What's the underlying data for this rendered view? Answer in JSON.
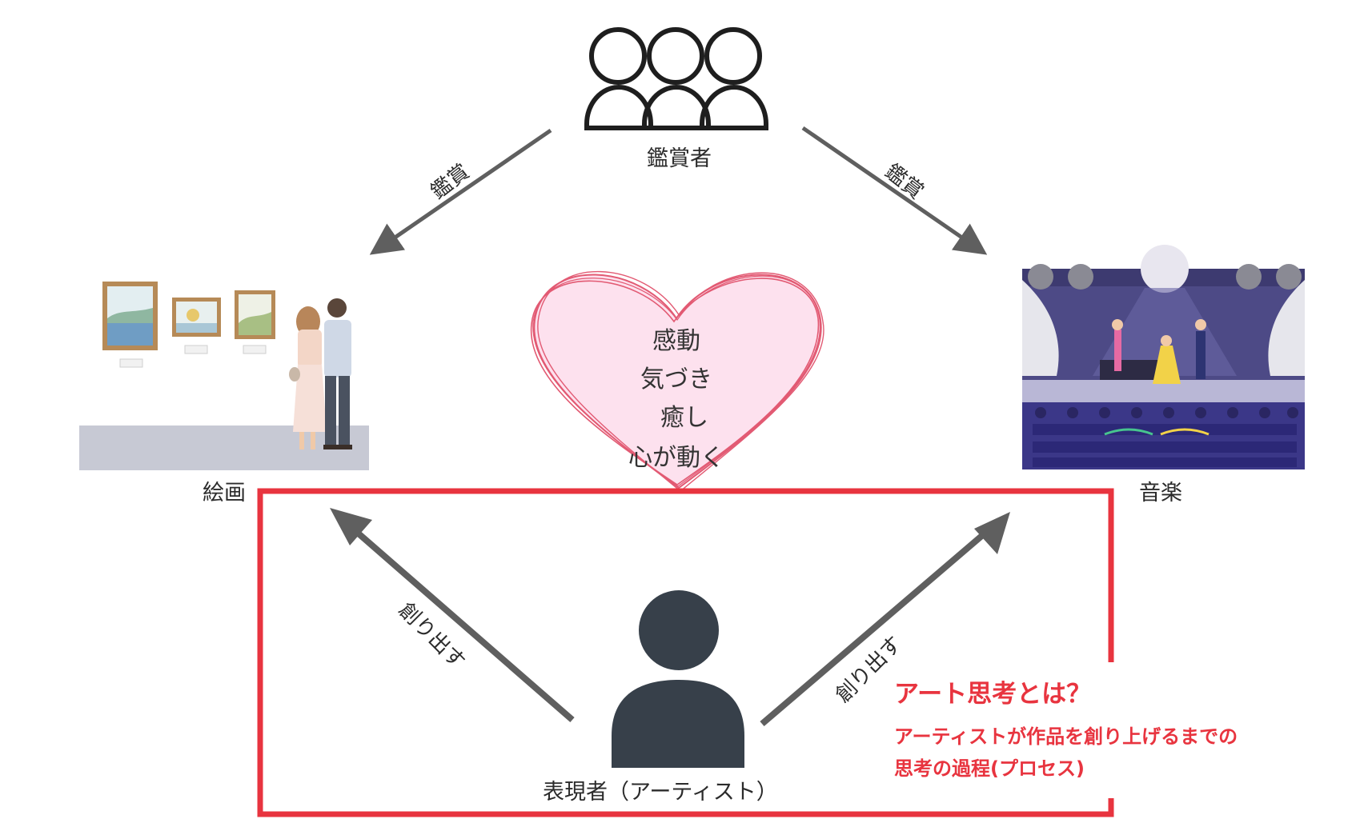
{
  "diagram": {
    "nodes": {
      "viewers": "鑑賞者",
      "painting": "絵画",
      "music": "音楽",
      "artist": "表現者（アーティスト）"
    },
    "edges": {
      "appreciate_left": "鑑賞",
      "appreciate_right": "鑑賞",
      "create_left": "創り出す",
      "create_right": "創り出す"
    },
    "heart": {
      "line1": "感動",
      "line2": "気づき",
      "line3": "癒し",
      "line4": "心が動く"
    },
    "note": {
      "title": "アート思考とは？",
      "line1": "アーティストが作品を創り上げるまでの",
      "line2": "思考の過程(プロセス)"
    },
    "colors": {
      "accent_red": "#e8343f",
      "arrow_gray": "#5f5f5f",
      "artist_icon": "#37404a",
      "heart_fill": "#fde1ee",
      "heart_stroke": "#e25a73",
      "stage_purple": "#4d4a86"
    }
  }
}
